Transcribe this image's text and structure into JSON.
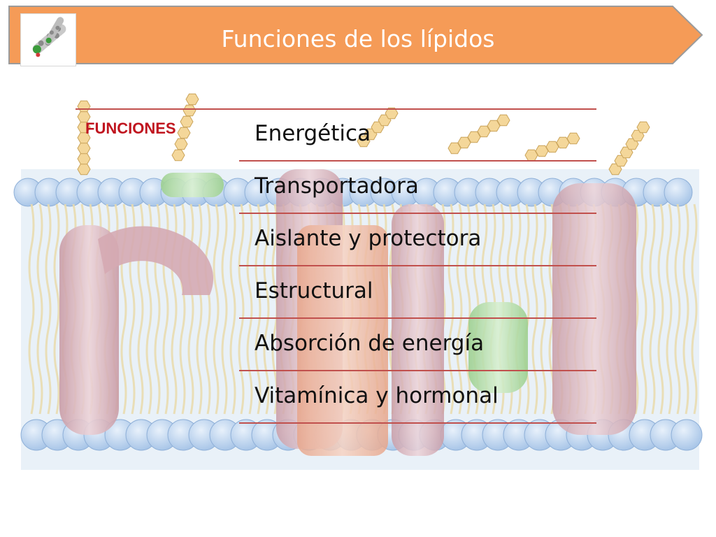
{
  "header": {
    "title": "Funciones de los lípidos",
    "logo_icon": "lipid-molecule-icon",
    "accent_color": "#f59b57",
    "border_color": "#9b9b9b"
  },
  "section": {
    "label": "FUNCIONES",
    "label_color": "#c0151f",
    "rule_color": "#c1504d"
  },
  "functions": [
    "Energética",
    "Transportadora",
    "Aislante y protectora",
    "Estructural",
    "Absorción de energía",
    "Vitamínica y hormonal"
  ],
  "background": {
    "illustration": "cell-membrane-illustration"
  }
}
